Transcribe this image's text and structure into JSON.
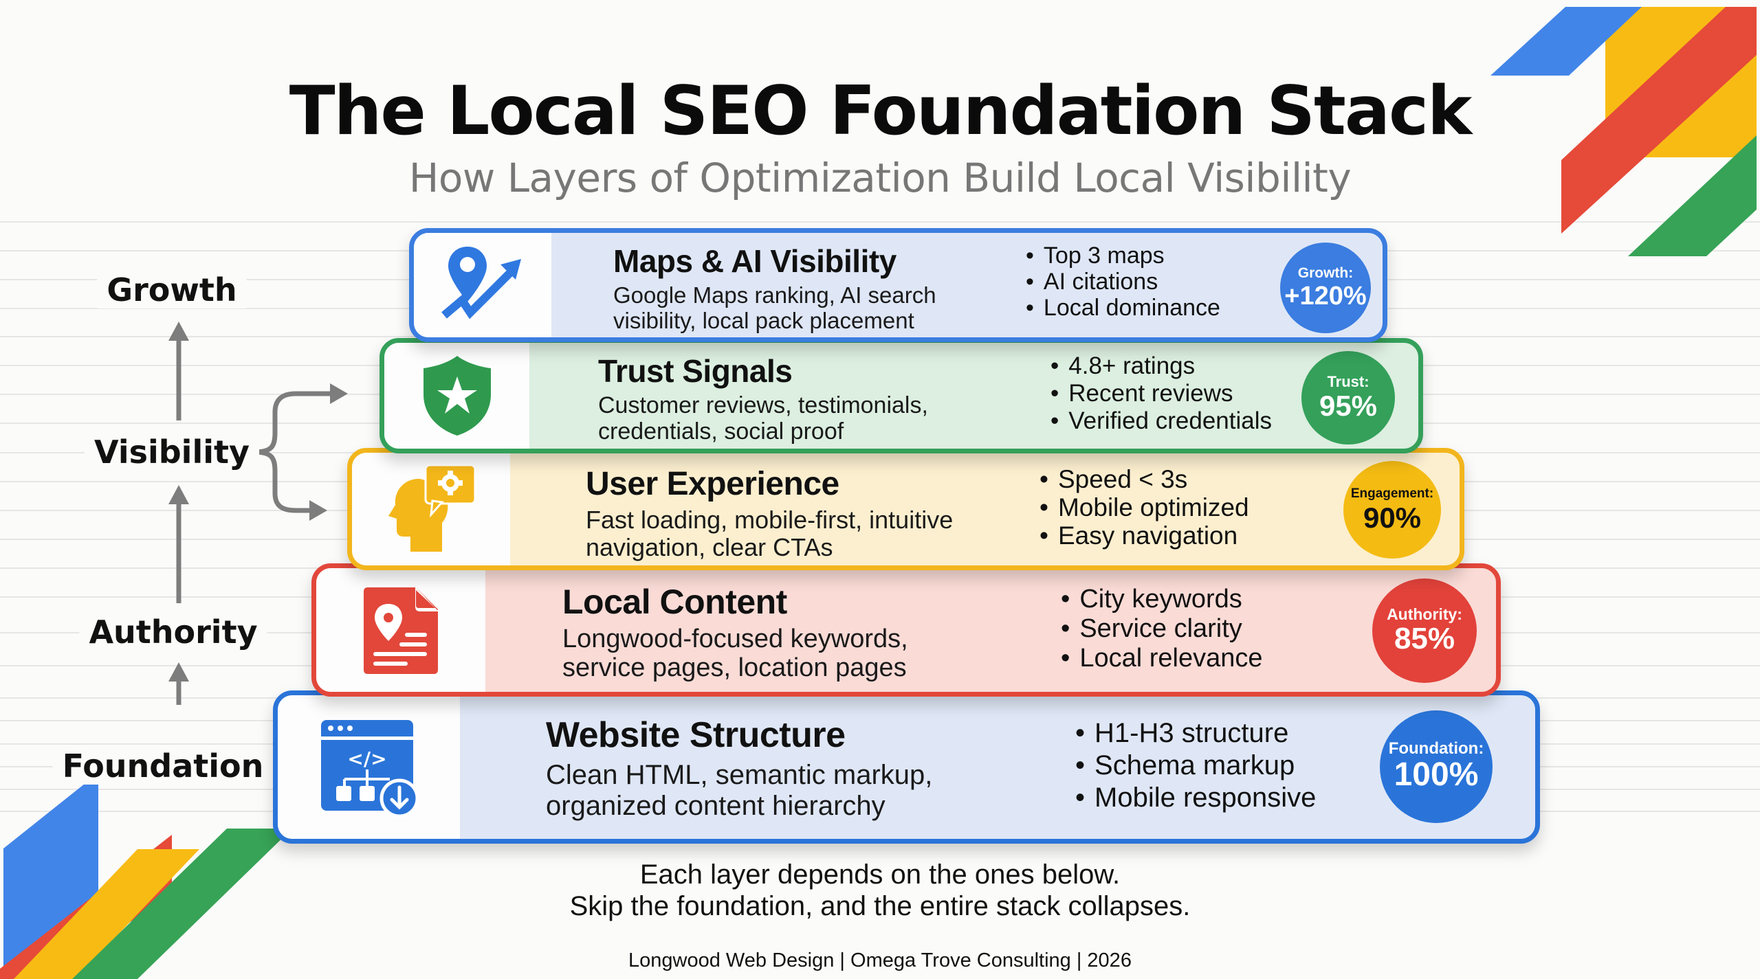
{
  "header": {
    "title": "The Local SEO Foundation Stack",
    "subtitle": "How Layers of Optimization Build Local Visibility"
  },
  "side_labels": [
    {
      "label": "Growth"
    },
    {
      "label": "Visibility"
    },
    {
      "label": "Authority"
    },
    {
      "label": "Foundation"
    }
  ],
  "layers": [
    {
      "title": "Maps & AI Visibility",
      "description_lines": [
        "Google Maps ranking, AI search",
        "visibility, local pack placement"
      ],
      "bullets": [
        "Top 3 maps",
        "AI citations",
        "Local dominance"
      ],
      "badge_label": "Growth:",
      "badge_value": "+120%",
      "icon": "map-pin-trend-up-icon",
      "color": "#3b7de0",
      "fill": "#dfe7f6",
      "badge_color": "#3b7de0"
    },
    {
      "title": "Trust Signals",
      "description_lines": [
        "Customer reviews, testimonials,",
        "credentials, social proof"
      ],
      "bullets": [
        "4.8+ ratings",
        "Recent reviews",
        "Verified credentials"
      ],
      "badge_label": "Trust:",
      "badge_value": "95%",
      "icon": "shield-star-icon",
      "color": "#34a05a",
      "fill": "#dcefe0",
      "badge_color": "#34a05a"
    },
    {
      "title": "User Experience",
      "description_lines": [
        "Fast loading, mobile-first, intuitive",
        "navigation, clear CTAs"
      ],
      "bullets": [
        "Speed < 3s",
        "Mobile optimized",
        "Easy navigation"
      ],
      "badge_label": "Engagement:",
      "badge_value": "90%",
      "icon": "head-gear-icon",
      "color": "#f2b51c",
      "fill": "#fcefcf",
      "badge_color": "#f4bb13"
    },
    {
      "title": "Local Content",
      "description_lines": [
        "Longwood-focused keywords,",
        "service pages, location pages"
      ],
      "bullets": [
        "City keywords",
        "Service clarity",
        "Local relevance"
      ],
      "badge_label": "Authority:",
      "badge_value": "85%",
      "icon": "location-document-icon",
      "color": "#e2473a",
      "fill": "#fadbd6",
      "badge_color": "#e2423a"
    },
    {
      "title": "Website Structure",
      "description_lines": [
        "Clean HTML, semantic markup,",
        "organized content hierarchy"
      ],
      "bullets": [
        "H1-H3 structure",
        "Schema markup",
        "Mobile responsive"
      ],
      "badge_label": "Foundation:",
      "badge_value": "100%",
      "icon": "code-sitemap-icon",
      "color": "#2a74d9",
      "fill": "#dfe7f6",
      "badge_color": "#2a74d9"
    }
  ],
  "footer": {
    "line1": "Each layer depends on the ones below.",
    "line2": "Skip the foundation, and the entire stack collapses.",
    "credits": "Longwood Web Design | Omega Trove Consulting | 2026"
  },
  "brand_colors": {
    "blue": "#4285f4",
    "red": "#ea4335",
    "yellow": "#fbbc05",
    "green": "#34a853"
  }
}
